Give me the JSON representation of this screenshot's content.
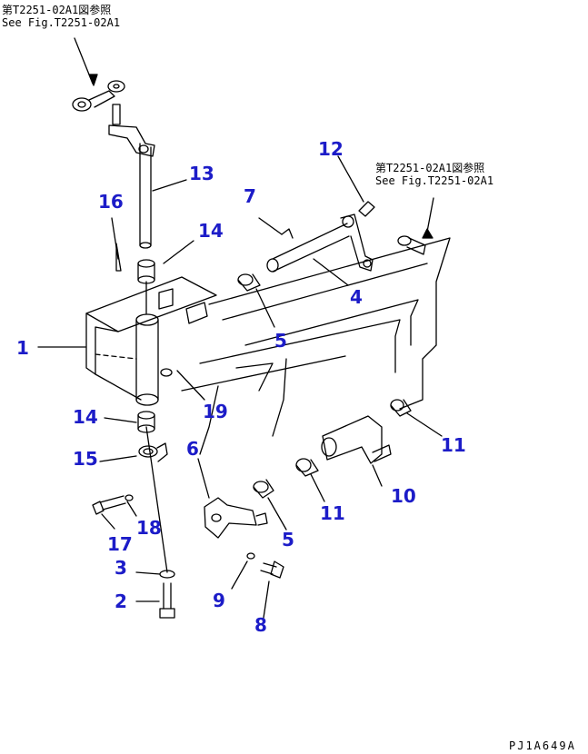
{
  "references": [
    {
      "jp": "第T2251-02A1図参照",
      "en": "See Fig.T2251-02A1"
    },
    {
      "jp": "第T2251-02A1図参照",
      "en": "See Fig.T2251-02A1"
    }
  ],
  "callouts": [
    "1",
    "2",
    "3",
    "4",
    "5",
    "5",
    "6",
    "7",
    "8",
    "9",
    "10",
    "11",
    "11",
    "12",
    "13",
    "14",
    "14",
    "15",
    "16",
    "17",
    "18",
    "19"
  ],
  "drawing_code": "PJ1A649A",
  "colors": {
    "callout": "#1c1cc8",
    "line": "#000000"
  }
}
